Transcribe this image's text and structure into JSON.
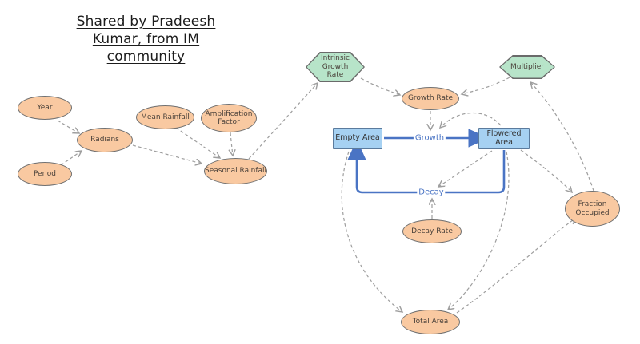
{
  "title": {
    "lines": [
      "Shared by Pradeesh",
      "Kumar, from IM",
      "community"
    ]
  },
  "diagram": {
    "nodes": {
      "year": {
        "label": "Year",
        "type": "variable"
      },
      "period": {
        "label": "Period",
        "type": "variable"
      },
      "radians": {
        "label": "Radians",
        "type": "variable"
      },
      "mean_rainfall": {
        "label": "Mean Rainfall",
        "type": "variable"
      },
      "amplification_factor": {
        "label": "Amplification Factor",
        "type": "variable"
      },
      "seasonal_rainfall": {
        "label": "Seasonal Rainfall",
        "type": "variable"
      },
      "intrinsic_growth_rate": {
        "label": "Intrinsic Growth Rate",
        "type": "converter"
      },
      "multiplier": {
        "label": "Multiplier",
        "type": "converter"
      },
      "growth_rate": {
        "label": "Growth Rate",
        "type": "variable"
      },
      "decay_rate": {
        "label": "Decay Rate",
        "type": "variable"
      },
      "total_area": {
        "label": "Total Area",
        "type": "variable"
      },
      "fraction_occupied": {
        "label": "Fraction Occupied",
        "type": "variable"
      },
      "empty_area": {
        "label": "Empty Area",
        "type": "stock"
      },
      "flowered_area": {
        "label": "Flowered Area",
        "type": "stock"
      }
    },
    "flows": {
      "growth": {
        "label": "Growth",
        "from": "empty_area",
        "to": "flowered_area"
      },
      "decay": {
        "label": "Decay",
        "from": "flowered_area",
        "to": "empty_area"
      }
    },
    "links": [
      {
        "from": "year",
        "to": "radians"
      },
      {
        "from": "period",
        "to": "radians"
      },
      {
        "from": "radians",
        "to": "seasonal_rainfall"
      },
      {
        "from": "mean_rainfall",
        "to": "seasonal_rainfall"
      },
      {
        "from": "amplification_factor",
        "to": "seasonal_rainfall"
      },
      {
        "from": "seasonal_rainfall",
        "to": "intrinsic_growth_rate"
      },
      {
        "from": "intrinsic_growth_rate",
        "to": "growth_rate"
      },
      {
        "from": "multiplier",
        "to": "growth_rate"
      },
      {
        "from": "growth_rate",
        "to": "growth_flow"
      },
      {
        "from": "flowered_area",
        "to": "growth_flow"
      },
      {
        "from": "flowered_area",
        "to": "decay_flow"
      },
      {
        "from": "decay_rate",
        "to": "decay_flow"
      },
      {
        "from": "empty_area",
        "to": "total_area"
      },
      {
        "from": "flowered_area",
        "to": "total_area"
      },
      {
        "from": "flowered_area",
        "to": "fraction_occupied"
      },
      {
        "from": "total_area",
        "to": "fraction_occupied"
      },
      {
        "from": "fraction_occupied",
        "to": "multiplier"
      }
    ],
    "colors": {
      "variable_fill": "#f9c9a1",
      "variable_stroke": "#707070",
      "converter_fill": "#b7e4c9",
      "converter_stroke": "#6a6a6a",
      "stock_fill": "#a6d1f2",
      "stock_stroke": "#5b7b9d",
      "flow_blue": "#4a74c4",
      "link_gray": "#9e9e9e",
      "node_text": "#4a413a",
      "title_text": "#1c1c1c"
    }
  }
}
